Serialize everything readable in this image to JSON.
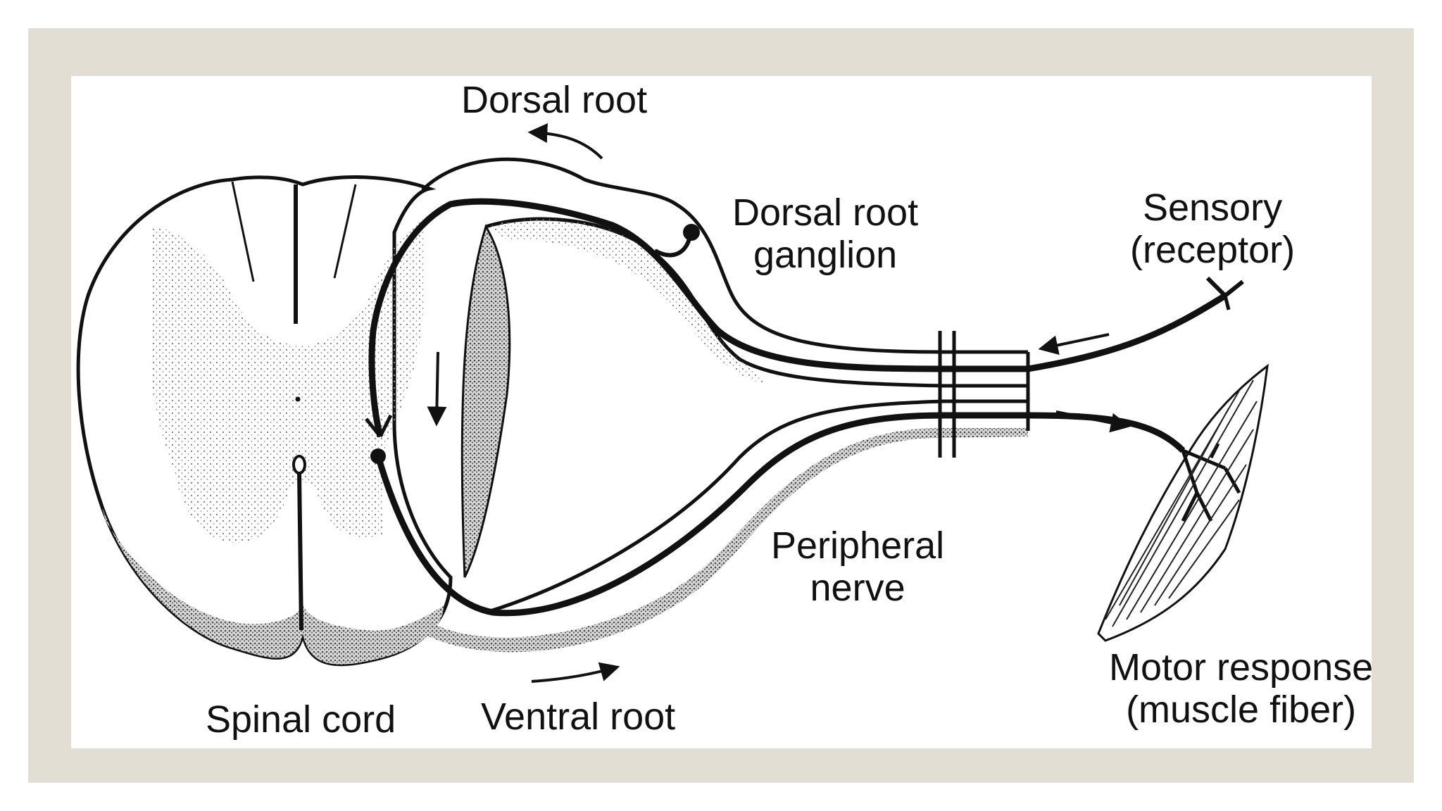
{
  "labels": {
    "dorsal_root": "Dorsal root",
    "dorsal_root_ganglion_line1": "Dorsal root",
    "dorsal_root_ganglion_line2": "ganglion",
    "sensory_line1": "Sensory",
    "sensory_line2": "(receptor)",
    "peripheral_line1": "Peripheral",
    "peripheral_line2": "nerve",
    "motor_line1": "Motor response",
    "motor_line2": "(muscle fiber)",
    "spinal_cord": "Spinal cord",
    "ventral_root": "Ventral root"
  },
  "colors": {
    "frame": "#e3ded3",
    "panel": "#ffffff",
    "ink": "#111111",
    "grey_matter_stipple": "#9a9a9a"
  }
}
